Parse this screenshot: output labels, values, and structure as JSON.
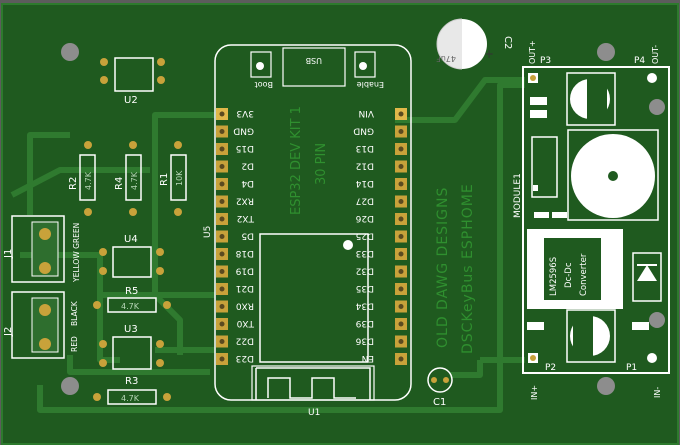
{
  "board": {
    "refs": {
      "u2": "U2",
      "u4": "U4",
      "u3": "U3",
      "u5": "U5",
      "u1": "U1",
      "r1": "R1",
      "r2": "R2",
      "r3": "R3",
      "r4": "R4",
      "r5": "R5",
      "c1": "C1",
      "c2": "C2",
      "j1": "J1",
      "j2": "J2",
      "p1": "P1",
      "p2": "P2",
      "p3": "P3",
      "p4": "P4",
      "module1": "MODULE1"
    },
    "values": {
      "r1": "10K",
      "r2": "4.7K",
      "r3": "4.7K",
      "r4": "4.7K",
      "r5": "4.7K",
      "c2": "47uF",
      "r2_alt": "4.7K"
    },
    "wire_labels": {
      "yellow_green": "YELLOW GREEN",
      "black": "BLACK",
      "red": "RED"
    },
    "module_pins": {
      "out_plus": "OUT+",
      "out_minus": "OUT-",
      "in_plus": "IN+",
      "in_minus": "IN-"
    },
    "regulator_text": [
      "LM2596S",
      "Dc-Dc",
      "Converter"
    ],
    "esp32": {
      "name": "ESP32 DEV KIT 1",
      "pins_label": "30 PIN",
      "usb": "USB",
      "boot": "Boot",
      "enable": "Enable",
      "left_pins": [
        "3V3",
        "GND",
        "D15",
        "D2",
        "D4",
        "RX2",
        "TX2",
        "D5",
        "D18",
        "D19",
        "D21",
        "RX0",
        "TX0",
        "D22",
        "D23"
      ],
      "right_pins": [
        "VIN",
        "GND",
        "D13",
        "D12",
        "D14",
        "D27",
        "D26",
        "D25",
        "D33",
        "D32",
        "D35",
        "D34",
        "D39",
        "D36",
        "EN"
      ]
    },
    "silkscreen": {
      "line1": "OLD DAWG DESIGNS",
      "line2": "DSCKeyBus ESPHOME"
    }
  }
}
